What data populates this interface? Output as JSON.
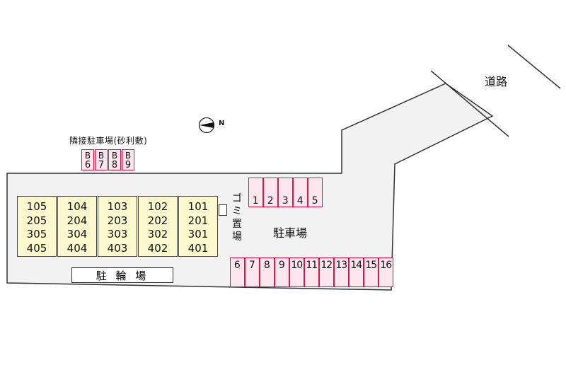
{
  "road_label": "道路",
  "adjacent_parking": {
    "label": "隣接駐車場(砂利敷)",
    "slots": [
      {
        "top": "B",
        "bottom": "6"
      },
      {
        "top": "B",
        "bottom": "7"
      },
      {
        "top": "B",
        "bottom": "8"
      },
      {
        "top": "B",
        "bottom": "9"
      }
    ]
  },
  "compass_letter": "N",
  "building_units": [
    [
      "105",
      "205",
      "305",
      "405"
    ],
    [
      "104",
      "204",
      "304",
      "404"
    ],
    [
      "103",
      "203",
      "303",
      "403"
    ],
    [
      "102",
      "202",
      "302",
      "402"
    ],
    [
      "101",
      "201",
      "301",
      "401"
    ]
  ],
  "garbage_label": [
    "ゴ",
    "ミ",
    "置",
    "場"
  ],
  "parking_label": "駐車場",
  "parking_top_row": [
    "1",
    "2",
    "3",
    "4",
    "5"
  ],
  "parking_bottom_row": [
    "6",
    "7",
    "8",
    "9",
    "10",
    "11",
    "12",
    "13",
    "14",
    "15",
    "16"
  ],
  "bicycle_parking_label": "駐 輪 場"
}
